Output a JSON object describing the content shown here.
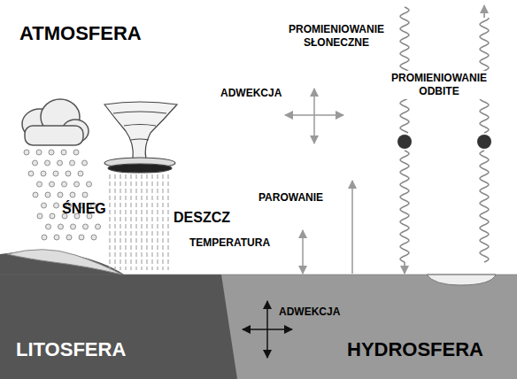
{
  "diagram": {
    "nodes": [
      {
        "text": [
          "LITOSFERA"
        ]
      },
      {
        "text": [
          "HYDROSFERA"
        ]
      }
    ],
    "labels": [
      "ATMOSFERA",
      "PROMIENIOWANIE SŁONECZNE",
      "PROMIENIOWANIE ODBITE",
      "ADWEKCJA",
      "ŚNIEG",
      "DESZCZ",
      "PAROWANIE",
      "TEMPERATURA",
      "ADWEKCJA"
    ]
  }
}
